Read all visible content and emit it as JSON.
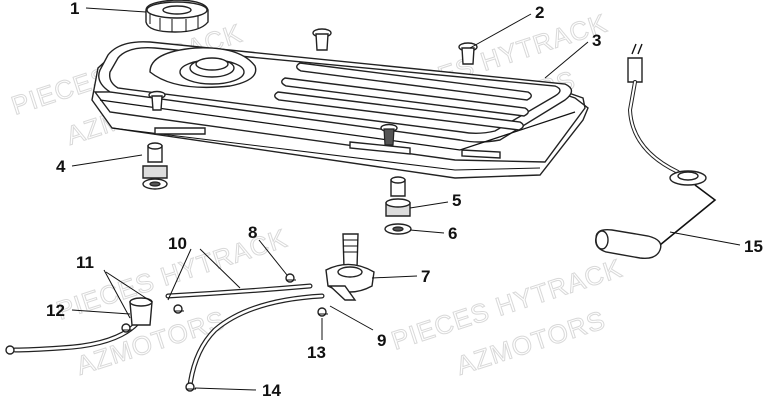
{
  "diagram": {
    "watermarks": [
      "PIECES HYTRACK",
      "AZMOTORS",
      "PIECES HYTRACK",
      "AZMOTORS",
      "PIECES HYTRACK",
      "AZMOTORS",
      "PIECES HYTRACK",
      "AZMOTORS"
    ],
    "callouts": [
      "1",
      "2",
      "3",
      "4",
      "5",
      "6",
      "7",
      "8",
      "9",
      "10",
      "11",
      "12",
      "13",
      "14",
      "15"
    ]
  }
}
